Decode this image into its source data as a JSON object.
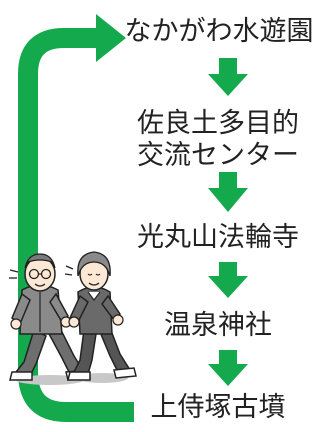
{
  "route": {
    "stops": [
      {
        "lines": [
          "なかがわ水遊園"
        ]
      },
      {
        "lines": [
          "佐良土多目的",
          "交流センター"
        ]
      },
      {
        "lines": [
          "光丸山法輪寺"
        ]
      },
      {
        "lines": [
          "温泉神社"
        ]
      },
      {
        "lines": [
          "上侍塚古墳"
        ]
      }
    ]
  },
  "colors": {
    "arrow_green": "#13a94c",
    "text": "#222222",
    "background": "#ffffff"
  },
  "icons": [
    "down-arrow-icon",
    "loop-arrow-icon",
    "walking-couple-illustration"
  ]
}
